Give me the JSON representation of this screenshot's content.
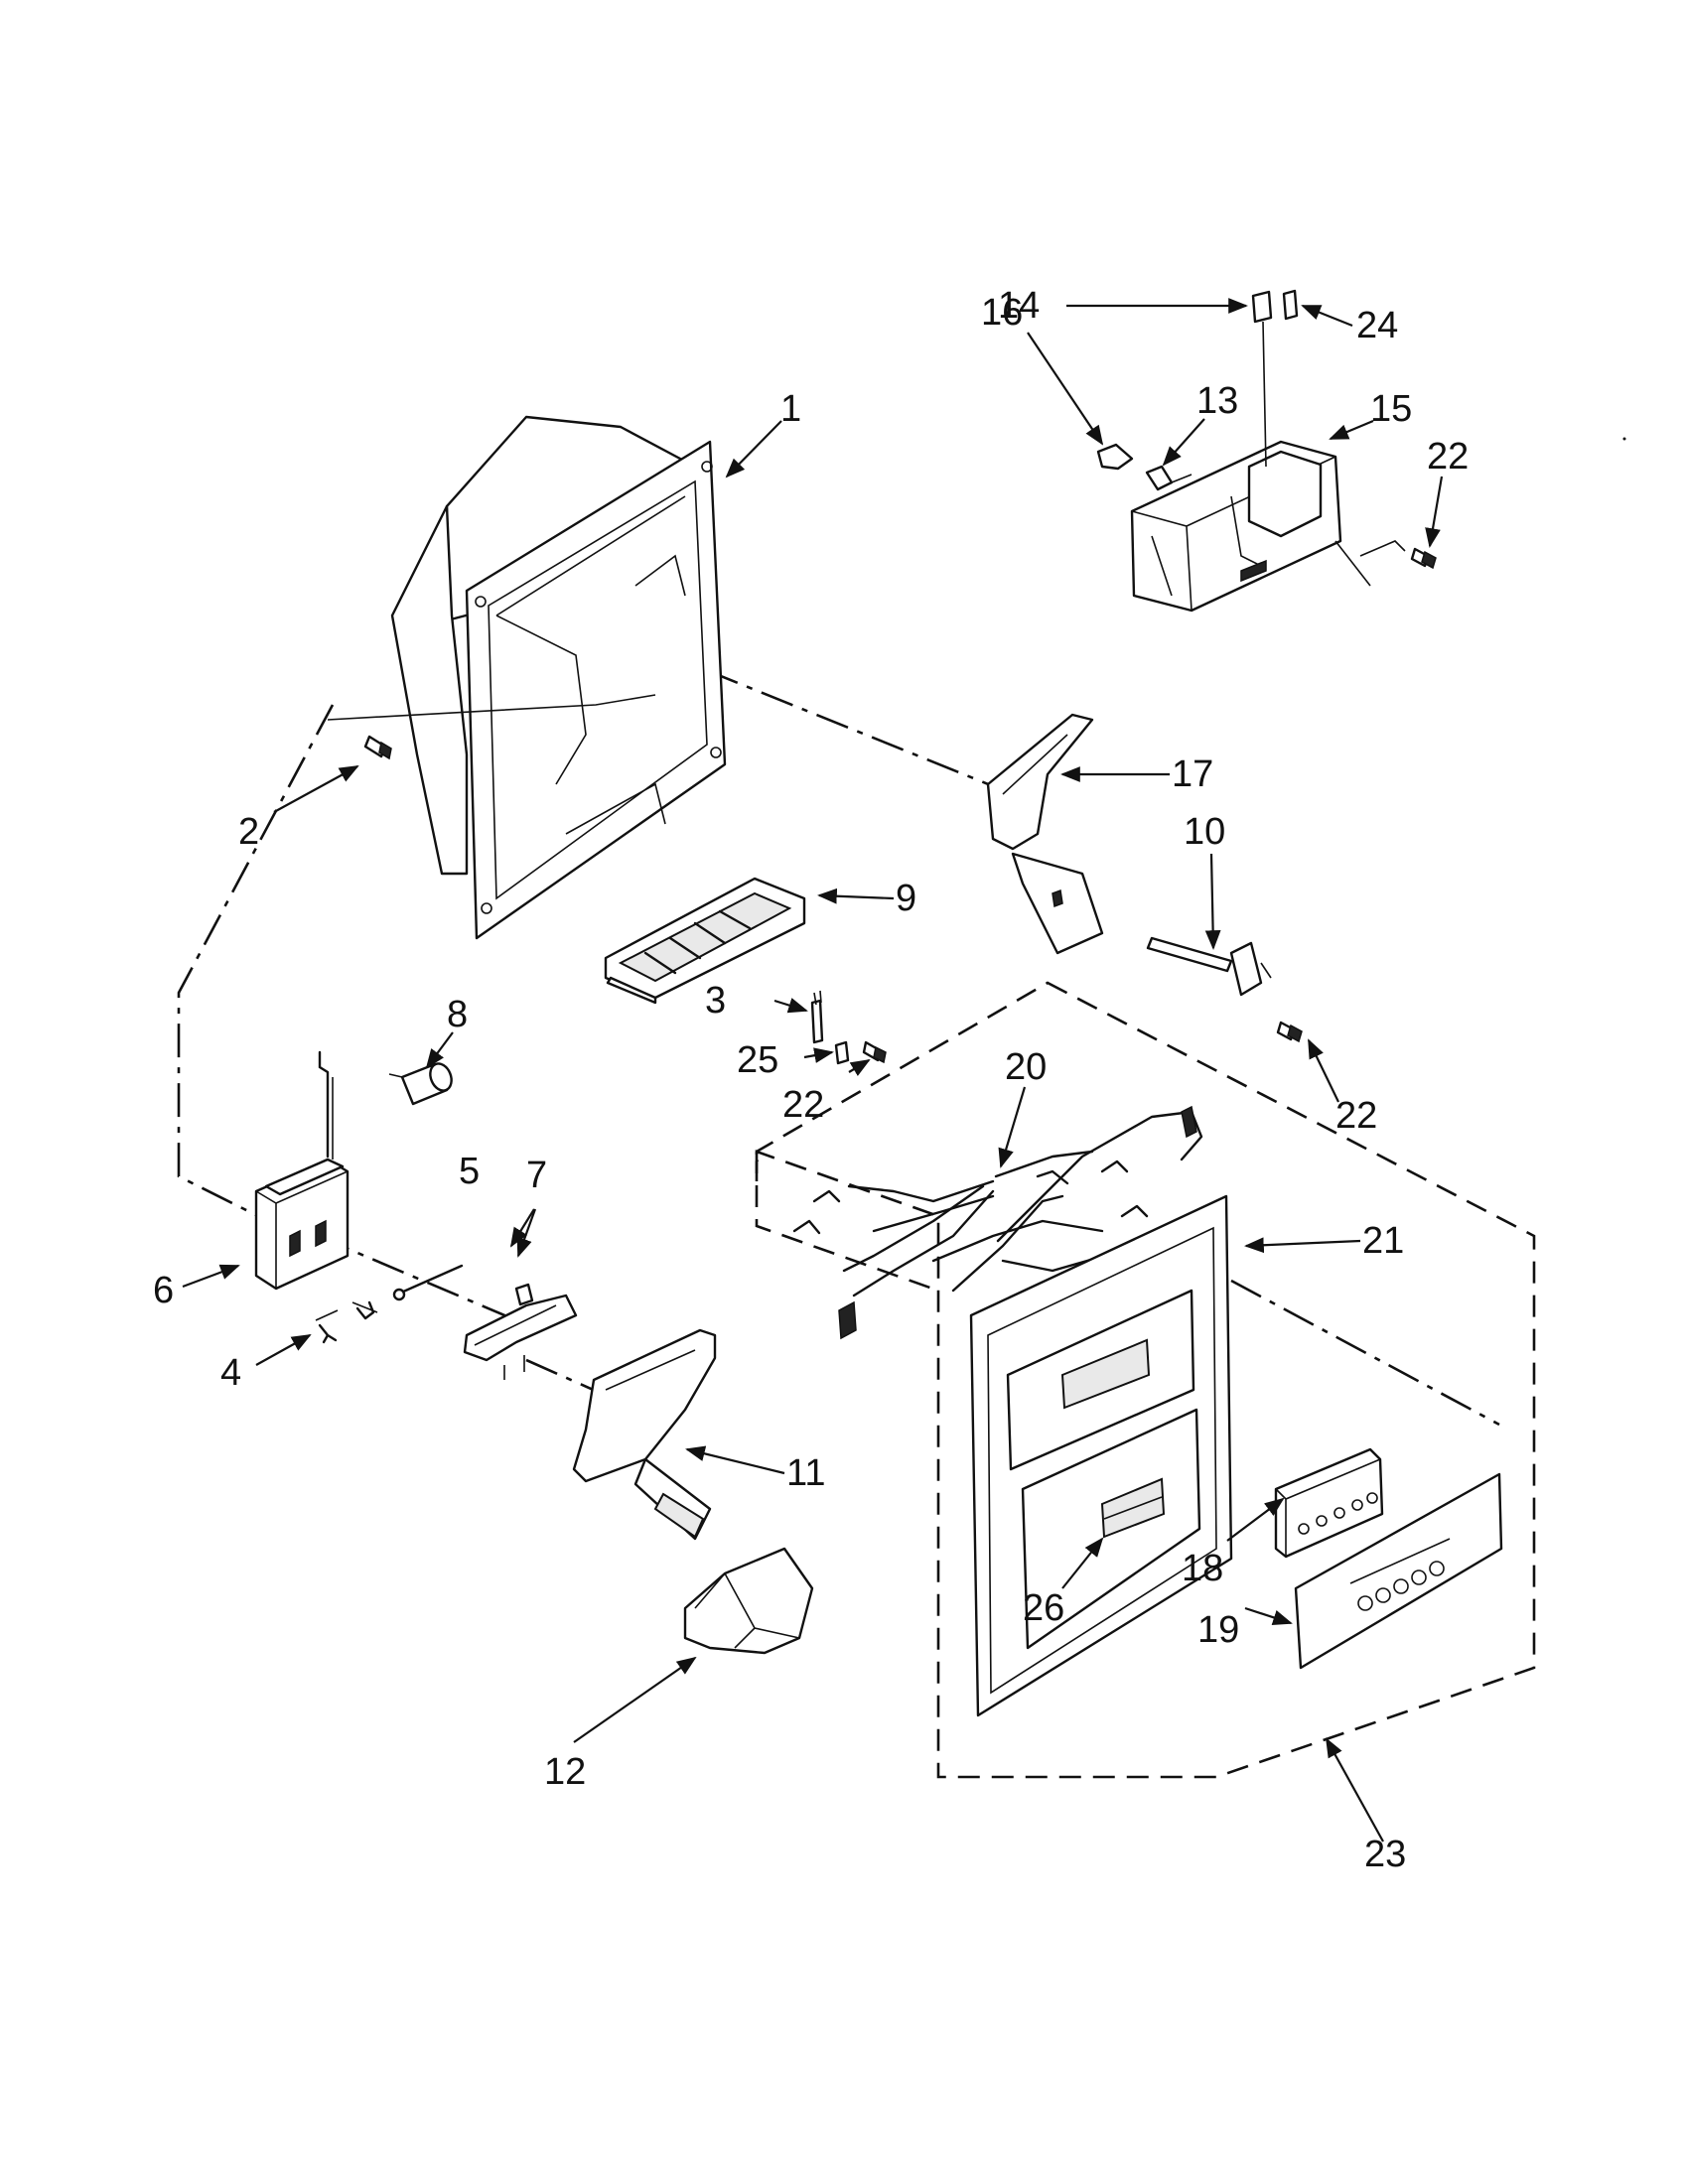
{
  "callouts": [
    {
      "id": "c1",
      "label": "1"
    },
    {
      "id": "c2",
      "label": "2"
    },
    {
      "id": "c3",
      "label": "3"
    },
    {
      "id": "c4",
      "label": "4"
    },
    {
      "id": "c5",
      "label": "5"
    },
    {
      "id": "c6",
      "label": "6"
    },
    {
      "id": "c7",
      "label": "7"
    },
    {
      "id": "c8",
      "label": "8"
    },
    {
      "id": "c9",
      "label": "9"
    },
    {
      "id": "c10",
      "label": "10"
    },
    {
      "id": "c11",
      "label": "11"
    },
    {
      "id": "c12",
      "label": "12"
    },
    {
      "id": "c13",
      "label": "13"
    },
    {
      "id": "c14",
      "label": "14"
    },
    {
      "id": "c15",
      "label": "15"
    },
    {
      "id": "c16",
      "label": "16"
    },
    {
      "id": "c17",
      "label": "17"
    },
    {
      "id": "c18",
      "label": "18"
    },
    {
      "id": "c19",
      "label": "19"
    },
    {
      "id": "c20",
      "label": "20"
    },
    {
      "id": "c21",
      "label": "21"
    },
    {
      "id": "c22a",
      "label": "22"
    },
    {
      "id": "c22b",
      "label": "22"
    },
    {
      "id": "c22c",
      "label": "22"
    },
    {
      "id": "c23",
      "label": "23"
    },
    {
      "id": "c24",
      "label": "24"
    },
    {
      "id": "c25",
      "label": "25"
    },
    {
      "id": "c26",
      "label": "26"
    }
  ]
}
